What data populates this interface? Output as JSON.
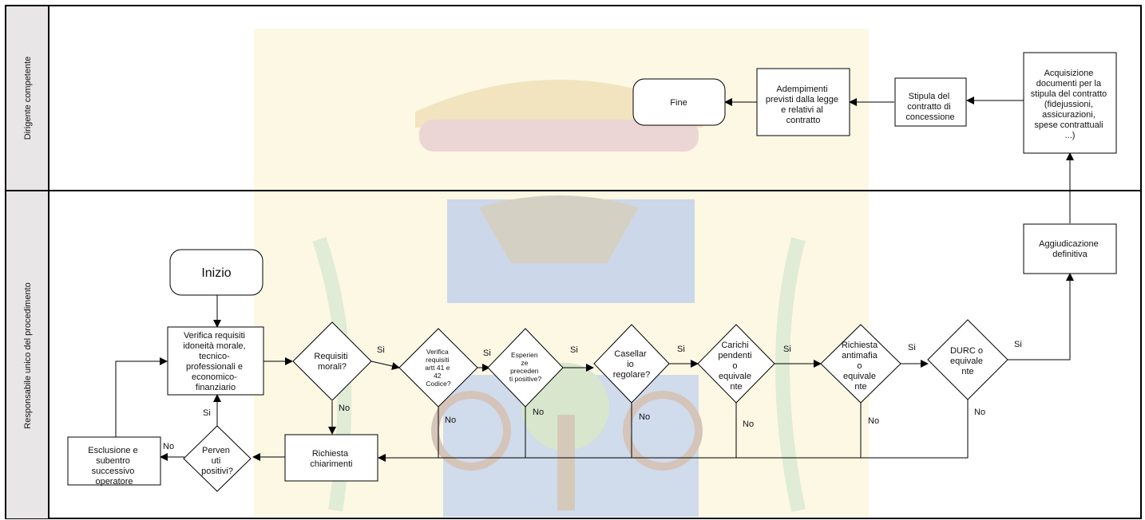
{
  "lanes": {
    "top": "Dirigente competente",
    "bottom": "Responsabile unico del procedimento"
  },
  "colors": {
    "lane_header_bg": "#e8e6e6",
    "line": "#000000",
    "watermark_gold": "#f2e08a",
    "watermark_blue": "#7a9ac8",
    "watermark_green": "#a9c98a",
    "watermark_red": "#c98a8a"
  },
  "nodes": {
    "inizio": [
      "Inizio"
    ],
    "verifica_requisiti": [
      "Verifica requisiti",
      "idoneità morale,",
      "tecnico-",
      "professionali e",
      "economico-",
      "finanziario"
    ],
    "requisiti_morali": [
      "Requisiti",
      "morali?"
    ],
    "verifica_artt": [
      "Verifica",
      "requisiti",
      "artt 41 e",
      "42",
      "Codice?"
    ],
    "esperienze": [
      "Esperien",
      "ze",
      "preceden",
      "ti positive?"
    ],
    "casellario": [
      "Casellar",
      "io",
      "regolare?"
    ],
    "carichi": [
      "Carichi",
      "pendenti",
      "o",
      "equivale",
      "nte"
    ],
    "antimafia": [
      "Richiesta",
      "antimafia",
      "o",
      "equivale",
      "nte"
    ],
    "durc": [
      "DURC o",
      "equivale",
      "nte"
    ],
    "aggiudicazione": [
      "Aggiudicazione",
      "definitiva"
    ],
    "acquisizione": [
      "Acquisizione",
      "documenti per la",
      "stipula del contratto",
      "(fidejussioni,",
      "assicurazioni,",
      "spese contrattuali",
      "...)"
    ],
    "stipula": [
      "Stipula del",
      "contratto di",
      "concessione"
    ],
    "adempimenti": [
      "Adempimenti",
      "previsti dalla legge",
      "e relativi al",
      "contratto"
    ],
    "fine": [
      "Fine"
    ],
    "richiesta_chiarimenti": [
      "Richiesta",
      "chiarimenti"
    ],
    "pervenuti": [
      "Perven",
      "uti",
      "positivi?"
    ],
    "esclusione": [
      "Esclusione e",
      "subentro",
      "successivo",
      "operatore"
    ]
  },
  "edge_labels": {
    "si": "Si",
    "no": "No"
  }
}
